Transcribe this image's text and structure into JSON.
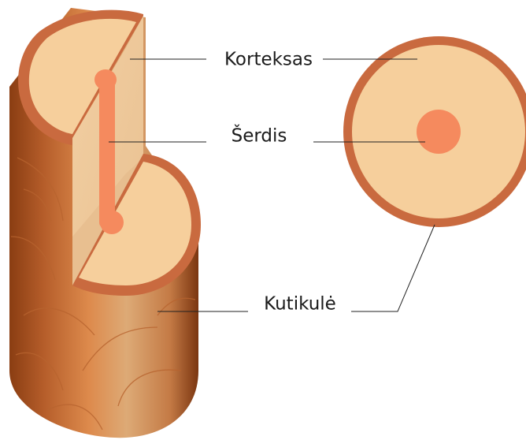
{
  "labels": {
    "cortex": "Korteksas",
    "medulla": "Šerdis",
    "cuticle": "Kutikulė"
  },
  "colors": {
    "cuticle_ring": "#c96a3f",
    "cortex_fill": "#f6cf9c",
    "cut_face": "#efc99a",
    "medulla": "#f58a5e",
    "shaft_dark": "#8a3d12",
    "shaft_mid": "#d8884a",
    "shaft_light": "#ddaa76",
    "leader_line": "#222222"
  },
  "icons": {
    "hair_shaft": "hair-shaft-cutaway-illustration",
    "cross_section": "hair-cross-section-illustration"
  }
}
